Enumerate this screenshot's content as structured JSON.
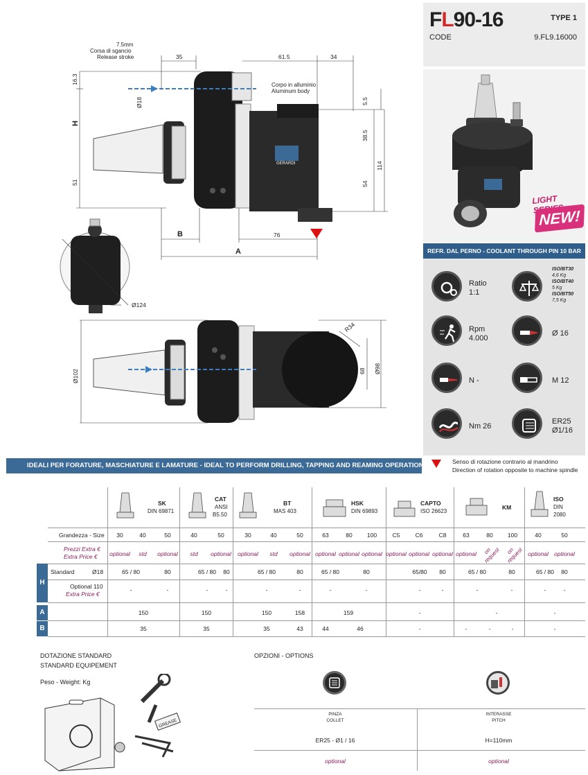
{
  "header": {
    "model_prefix": "F",
    "model_accent": "L",
    "model_suffix": "90-16",
    "type": "TYPE 1",
    "code_label": "CODE",
    "code_value": "9.FL9.16000"
  },
  "product": {
    "light_series": "LIGHT SERIES",
    "new_badge": "NEW!"
  },
  "spec_bar": "REFR. DAL PERNO - COOLANT THROUGH PIN 10 BAR",
  "specs": {
    "ratio_label": "Ratio",
    "ratio_value": "1:1",
    "weights": [
      {
        "label": "ISO/BT30",
        "value": "4,6 Kg"
      },
      {
        "label": "ISO/BT40",
        "value": "5 Kg"
      },
      {
        "label": "ISO/BT50",
        "value": "7,5 Kg"
      }
    ],
    "rpm_label": "Rpm",
    "rpm_value": "4.000",
    "diameter": "Ø 16",
    "n_label": "N -",
    "thread": "M 12",
    "torque": "Nm 26",
    "collet_1": "ER25",
    "collet_2": "Ø1/16"
  },
  "rotation_note": {
    "it": "Senso di rotazione contrario al mandrino",
    "en": "Direction of rotation opposite to machine spindle"
  },
  "ideal_bar": "IDEALI PER FORATURE, MASCHIATURE E LAMATURE - IDEAL TO PERFORM DRILLING, TAPPING AND REAMING OPERATIONS",
  "drawing": {
    "release_1": "7.5mm",
    "release_2": "Corsa di sgancio",
    "release_3": "Release stroke",
    "body_1": "Corpo in alluminio",
    "body_2": "Aluminum body",
    "d35": "35",
    "d615": "61.5",
    "d34": "34",
    "d163": "16.3",
    "d18": "Ø18",
    "dH": "H",
    "d51": "51",
    "d55": "5.5",
    "d385": "38.5",
    "d54": "54",
    "d114": "114",
    "dB": "B",
    "d76": "76",
    "dA": "A",
    "d124": "Ø124",
    "d102": "Ø102",
    "dR34": "R34",
    "d68": "68",
    "d98": "Ø98",
    "logo": "GERARDI"
  },
  "table": {
    "families": [
      {
        "name": "SK",
        "sub": "DIN  69871"
      },
      {
        "name": "CAT",
        "sub": "ANSI",
        "sub2": "B5.50"
      },
      {
        "name": "BT",
        "sub": "MAS  403"
      },
      {
        "name": "HSK",
        "sub": "DIN  69893"
      },
      {
        "name": "CAPTO",
        "sub": "ISO  26623"
      },
      {
        "name": "KM",
        "sub": ""
      },
      {
        "name": "ISO",
        "sub": "DIN",
        "sub2": "2080"
      }
    ],
    "size_label": "Grandezza - Size",
    "sizes": [
      "30",
      "40",
      "50",
      "40",
      "50",
      "30",
      "40",
      "50",
      "63",
      "80",
      "100",
      "C5",
      "C6",
      "C8",
      "63",
      "80",
      "100",
      "40",
      "50"
    ],
    "price_label_it": "Prezzi Extra  €",
    "price_label_en": "Extra Price  €",
    "prices": [
      "optional",
      "std",
      "optional",
      "std",
      "optional",
      "optional",
      "std",
      "optional",
      "optional",
      "optional",
      "optional",
      "optional",
      "optional",
      "optional",
      "optional",
      "on request",
      "on request",
      "optional",
      "optional"
    ],
    "h_label": "H",
    "standard_label": "Standard",
    "standard_dia": "Ø18",
    "standard_vals": [
      "65 / 80",
      "80",
      "65 / 80",
      "80",
      "65 / 80",
      "80",
      "65 / 80",
      "80",
      "65/80",
      "80",
      "65 / 80",
      "80",
      "65 / 80",
      "80"
    ],
    "opt110_label": "Optional 110",
    "opt110_price": "Extra Price  €",
    "dash": "-",
    "a_label": "A",
    "b_label": "B",
    "a_vals": [
      "150",
      "150",
      "150",
      "158",
      "159",
      "-",
      "-",
      "-"
    ],
    "b_vals": [
      "35",
      "35",
      "35",
      "43",
      "44",
      "46",
      "-",
      "-",
      "-",
      "-",
      "-"
    ]
  },
  "bottom": {
    "std_it": "DOTAZIONE STANDARD",
    "std_en": "STANDARD EQUIPEMENT",
    "weight": "Peso - Weight:  Kg",
    "grease": "GREASE",
    "options_title": "OPZIONI - OPTIONS",
    "opt1_it": "PINZA",
    "opt1_en": "COLLET",
    "opt1_val": "ER25 - Ø1 / 16",
    "opt1_price": "optional",
    "opt2_it": "INTERASSE",
    "opt2_en": "PITCH",
    "opt2_val": "H=110mm",
    "opt2_price": "optional"
  },
  "colors": {
    "accent_blue": "#3b6a96",
    "accent_red": "#d12a2a",
    "accent_purple": "#8a1d5a",
    "new_pink": "#d8307a"
  }
}
